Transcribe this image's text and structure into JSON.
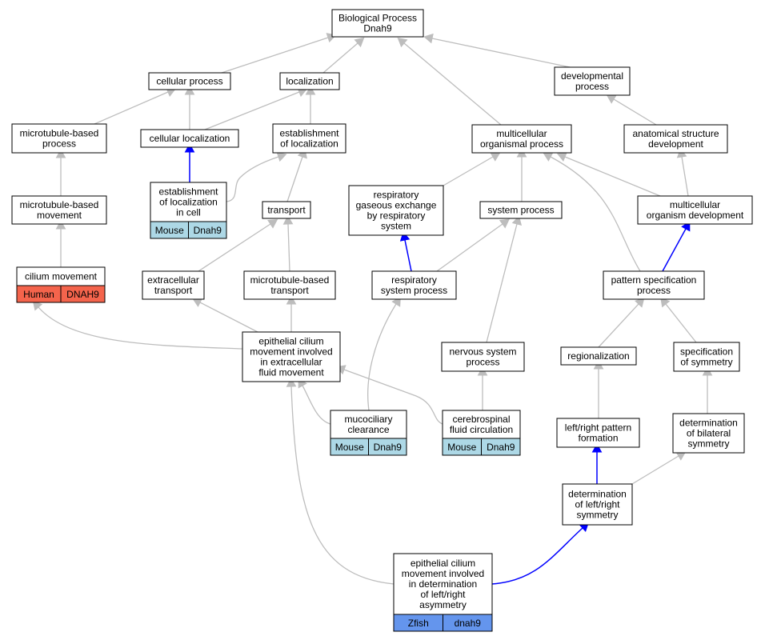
{
  "colors": {
    "edge_default": "#bdbdbd",
    "edge_highlight": "#0000ff",
    "mouse": "#add8e6",
    "human": "#f4644c",
    "zfish": "#6495ed"
  },
  "nodes": {
    "root": [
      "Biological Process",
      "Dnah9"
    ],
    "cellular_process": [
      "cellular process"
    ],
    "localization": [
      "localization"
    ],
    "developmental_process": [
      "developmental",
      "process"
    ],
    "microtubule_based_process": [
      "microtubule-based",
      "process"
    ],
    "cellular_localization": [
      "cellular localization"
    ],
    "establishment_of_localization": [
      "establishment",
      "of localization"
    ],
    "multicellular_organismal_process": [
      "multicellular",
      "organismal process"
    ],
    "anatomical_structure_development": [
      "anatomical structure",
      "development"
    ],
    "establishment_of_localization_in_cell": [
      "establishment",
      "of localization",
      "in cell"
    ],
    "microtubule_based_movement": [
      "microtubule-based",
      "movement"
    ],
    "transport": [
      "transport"
    ],
    "respiratory_gaseous_exchange": [
      "respiratory",
      "gaseous exchange",
      "by respiratory",
      "system"
    ],
    "system_process": [
      "system process"
    ],
    "multicellular_organism_development": [
      "multicellular",
      "organism development"
    ],
    "cilium_movement": [
      "cilium movement"
    ],
    "extracellular_transport": [
      "extracellular",
      "transport"
    ],
    "microtubule_based_transport": [
      "microtubule-based",
      "transport"
    ],
    "respiratory_system_process": [
      "respiratory",
      "system process"
    ],
    "pattern_specification_process": [
      "pattern specification",
      "process"
    ],
    "epithelial_cilium_movement_extracellular": [
      "epithelial cilium",
      "movement involved",
      "in extracellular",
      "fluid movement"
    ],
    "nervous_system_process": [
      "nervous system",
      "process"
    ],
    "regionalization": [
      "regionalization"
    ],
    "specification_of_symmetry": [
      "specification",
      "of symmetry"
    ],
    "mucociliary_clearance": [
      "mucociliary",
      "clearance"
    ],
    "cerebrospinal_fluid_circulation": [
      "cerebrospinal",
      "fluid circulation"
    ],
    "left_right_pattern_formation": [
      "left/right pattern",
      "formation"
    ],
    "determination_of_bilateral_symmetry": [
      "determination",
      "of bilateral",
      "symmetry"
    ],
    "determination_of_left_right_symmetry": [
      "determination",
      "of left/right",
      "symmetry"
    ],
    "epithelial_cilium_movement_left_right": [
      "epithelial cilium",
      "movement involved",
      "in determination",
      "of left/right",
      "asymmetry"
    ]
  },
  "annotations": {
    "establishment_of_localization_in_cell": {
      "species": "Mouse",
      "gene": "Dnah9",
      "color": "mouse"
    },
    "cilium_movement": {
      "species": "Human",
      "gene": "DNAH9",
      "color": "human"
    },
    "mucociliary_clearance": {
      "species": "Mouse",
      "gene": "Dnah9",
      "color": "mouse"
    },
    "cerebrospinal_fluid_circulation": {
      "species": "Mouse",
      "gene": "Dnah9",
      "color": "mouse"
    },
    "epithelial_cilium_movement_left_right": {
      "species": "Zfish",
      "gene": "dnah9",
      "color": "zfish"
    }
  },
  "edges": [
    {
      "from": "cellular_process",
      "to": "root",
      "highlight": false
    },
    {
      "from": "localization",
      "to": "root",
      "highlight": false
    },
    {
      "from": "multicellular_organismal_process",
      "to": "root",
      "highlight": false
    },
    {
      "from": "developmental_process",
      "to": "root",
      "highlight": false
    },
    {
      "from": "microtubule_based_process",
      "to": "cellular_process",
      "highlight": false
    },
    {
      "from": "cellular_localization",
      "to": "cellular_process",
      "highlight": false
    },
    {
      "from": "cellular_localization",
      "to": "localization",
      "highlight": false
    },
    {
      "from": "establishment_of_localization",
      "to": "localization",
      "highlight": false
    },
    {
      "from": "anatomical_structure_development",
      "to": "developmental_process",
      "highlight": false
    },
    {
      "from": "microtubule_based_movement",
      "to": "microtubule_based_process",
      "highlight": false
    },
    {
      "from": "establishment_of_localization_in_cell",
      "to": "cellular_localization",
      "highlight": true
    },
    {
      "from": "establishment_of_localization_in_cell",
      "to": "establishment_of_localization",
      "highlight": false
    },
    {
      "from": "transport",
      "to": "establishment_of_localization",
      "highlight": false
    },
    {
      "from": "respiratory_gaseous_exchange",
      "to": "multicellular_organismal_process",
      "highlight": false
    },
    {
      "from": "system_process",
      "to": "multicellular_organismal_process",
      "highlight": false
    },
    {
      "from": "multicellular_organism_development",
      "to": "multicellular_organismal_process",
      "highlight": false
    },
    {
      "from": "pattern_specification_process",
      "to": "multicellular_organismal_process",
      "highlight": false
    },
    {
      "from": "multicellular_organism_development",
      "to": "anatomical_structure_development",
      "highlight": false
    },
    {
      "from": "cilium_movement",
      "to": "microtubule_based_movement",
      "highlight": false
    },
    {
      "from": "extracellular_transport",
      "to": "transport",
      "highlight": false
    },
    {
      "from": "microtubule_based_transport",
      "to": "transport",
      "highlight": false
    },
    {
      "from": "respiratory_system_process",
      "to": "respiratory_gaseous_exchange",
      "highlight": true
    },
    {
      "from": "respiratory_system_process",
      "to": "system_process",
      "highlight": false
    },
    {
      "from": "nervous_system_process",
      "to": "system_process",
      "highlight": false
    },
    {
      "from": "pattern_specification_process",
      "to": "multicellular_organism_development",
      "highlight": true
    },
    {
      "from": "epithelial_cilium_movement_extracellular",
      "to": "cilium_movement",
      "highlight": false
    },
    {
      "from": "epithelial_cilium_movement_extracellular",
      "to": "extracellular_transport",
      "highlight": false
    },
    {
      "from": "epithelial_cilium_movement_extracellular",
      "to": "microtubule_based_transport",
      "highlight": false
    },
    {
      "from": "mucociliary_clearance",
      "to": "respiratory_system_process",
      "highlight": false
    },
    {
      "from": "mucociliary_clearance",
      "to": "epithelial_cilium_movement_extracellular",
      "highlight": false
    },
    {
      "from": "cerebrospinal_fluid_circulation",
      "to": "epithelial_cilium_movement_extracellular",
      "highlight": false
    },
    {
      "from": "cerebrospinal_fluid_circulation",
      "to": "nervous_system_process",
      "highlight": false
    },
    {
      "from": "regionalization",
      "to": "pattern_specification_process",
      "highlight": false
    },
    {
      "from": "specification_of_symmetry",
      "to": "pattern_specification_process",
      "highlight": false
    },
    {
      "from": "left_right_pattern_formation",
      "to": "regionalization",
      "highlight": false
    },
    {
      "from": "determination_of_bilateral_symmetry",
      "to": "specification_of_symmetry",
      "highlight": false
    },
    {
      "from": "determination_of_left_right_symmetry",
      "to": "left_right_pattern_formation",
      "highlight": true
    },
    {
      "from": "determination_of_left_right_symmetry",
      "to": "determination_of_bilateral_symmetry",
      "highlight": false
    },
    {
      "from": "epithelial_cilium_movement_left_right",
      "to": "epithelial_cilium_movement_extracellular",
      "highlight": false
    },
    {
      "from": "epithelial_cilium_movement_left_right",
      "to": "determination_of_left_right_symmetry",
      "highlight": true
    }
  ]
}
